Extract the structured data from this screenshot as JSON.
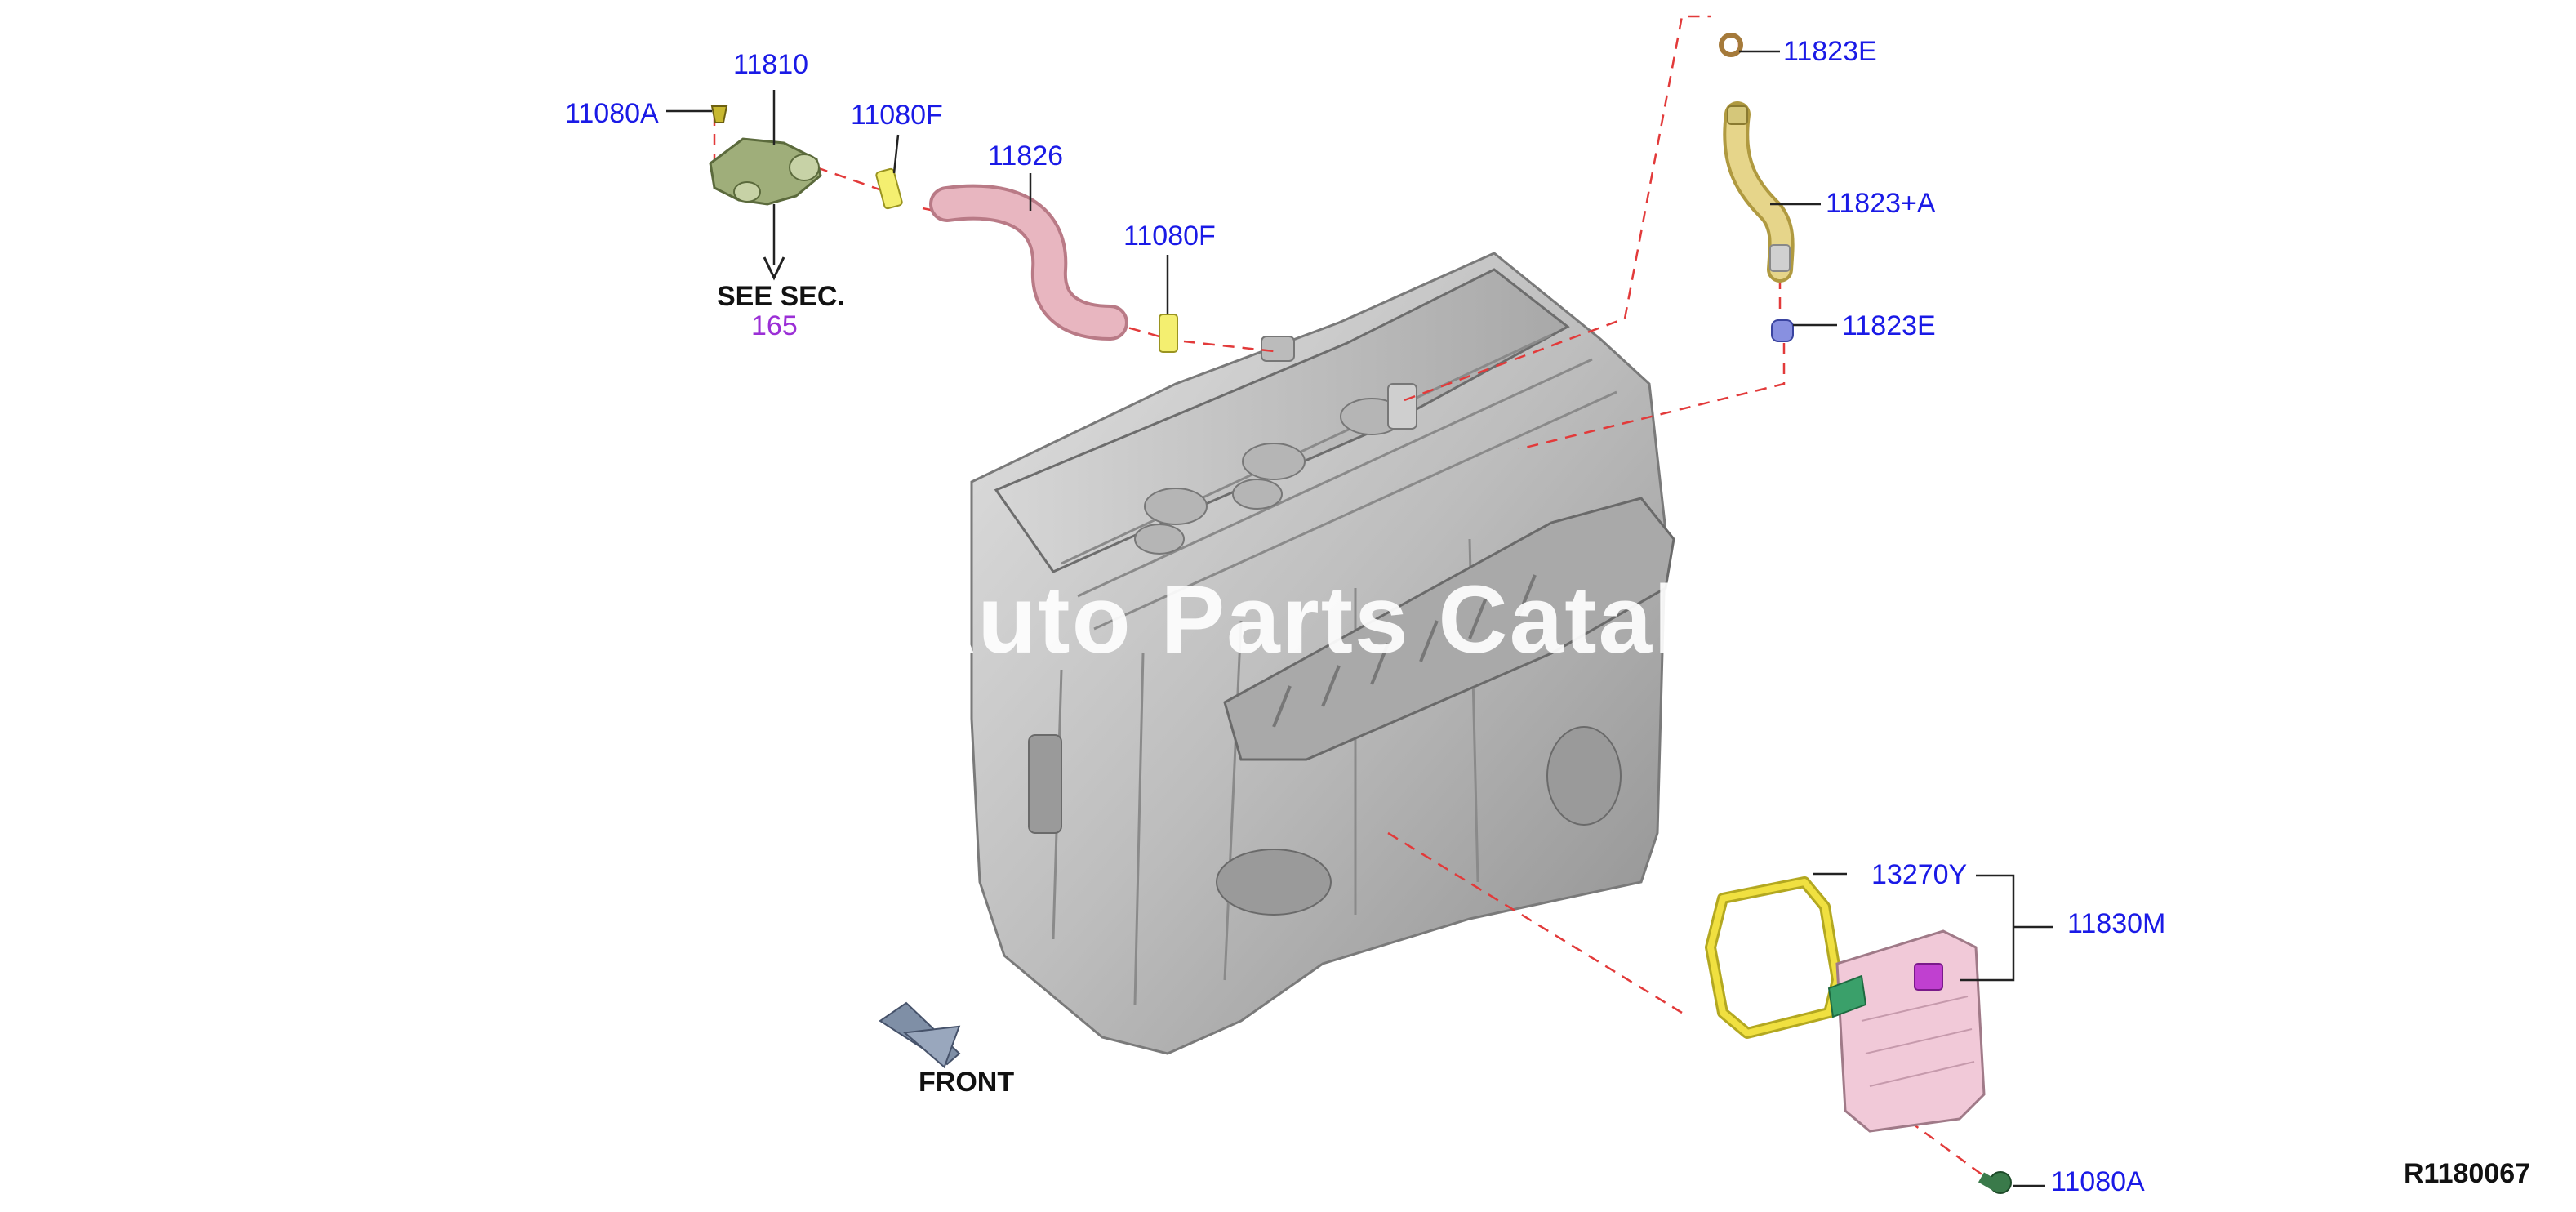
{
  "callouts": {
    "c_11080A_top": "11080A",
    "c_11810": "11810",
    "c_11080F_a": "11080F",
    "c_11826": "11826",
    "c_11080F_b": "11080F",
    "c_11823E_top": "11823E",
    "c_11823A": "11823+A",
    "c_11823E_bottom": "11823E",
    "c_13270Y": "13270Y",
    "c_11830M": "11830M",
    "c_11080A_bottom": "11080A"
  },
  "see_section": {
    "label": "SEE SEC.",
    "number": "165"
  },
  "front_label": "FRONT",
  "reference_code": "R1180067",
  "watermark": "Auto Parts Catalog",
  "colors": {
    "callout_text": "#1a1ae6",
    "section_number": "#9b2fd6",
    "guide_line": "#e23a3a",
    "engine_body": "#c9c9c9",
    "hose_pink": "#e8b6c0",
    "hose_yellow": "#e6d58a",
    "gasket": "#f0e040",
    "module_pink": "#f1c9d8",
    "module_green": "#3aa06a",
    "module_connector": "#c040d0",
    "thermostat_green": "#9fae7a",
    "clip_yellow": "#f4ef70",
    "front_arrow": "#7f8fa6"
  },
  "icons": {
    "front_arrow": "front-arrow-icon",
    "see_section_arrow": "arrow-down-icon"
  }
}
